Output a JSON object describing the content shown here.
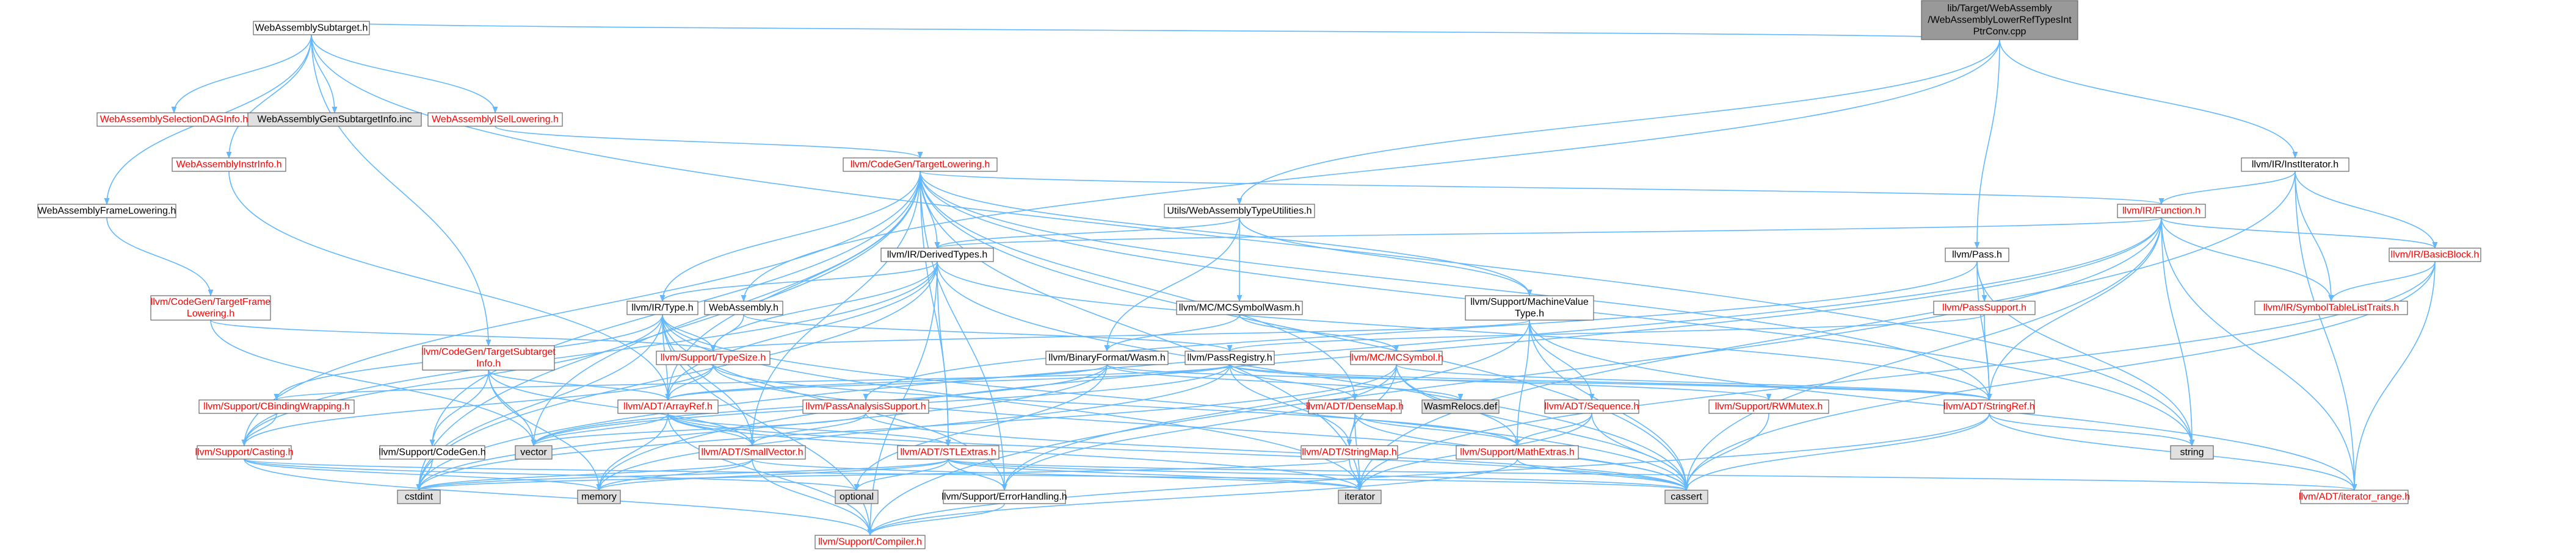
{
  "theme": {
    "edge_color": "#63b8ff",
    "node_border": "#666666",
    "node_fill": "#ffffff",
    "root_fill": "#999999",
    "external_fill": "#e0e0e0",
    "text_color": "#000000",
    "link_color": "#ff0000"
  },
  "nodes": {
    "root": {
      "lines": [
        "lib/Target/WebAssembly",
        "/WebAssemblyLowerRefTypesInt",
        "PtrConv.cpp"
      ],
      "kind": "root"
    },
    "wa_subtarget": {
      "lines": [
        "WebAssemblySubtarget.h"
      ],
      "kind": "plain"
    },
    "wa_seldag": {
      "lines": [
        "WebAssemblySelectionDAGInfo.h"
      ],
      "kind": "link"
    },
    "wa_gensub": {
      "lines": [
        "WebAssemblyGenSubtargetInfo.inc"
      ],
      "kind": "external"
    },
    "wa_isel": {
      "lines": [
        "WebAssemblyISelLowering.h"
      ],
      "kind": "link"
    },
    "wa_instrinfo": {
      "lines": [
        "WebAssemblyInstrInfo.h"
      ],
      "kind": "link"
    },
    "wa_framelow": {
      "lines": [
        "WebAssemblyFrameLowering.h"
      ],
      "kind": "plain"
    },
    "cg_tli": {
      "lines": [
        "llvm/CodeGen/TargetLowering.h"
      ],
      "kind": "link"
    },
    "ir_institer": {
      "lines": [
        "llvm/IR/InstIterator.h"
      ],
      "kind": "plain"
    },
    "ir_function": {
      "lines": [
        "llvm/IR/Function.h"
      ],
      "kind": "link"
    },
    "wa_typeutils": {
      "lines": [
        "Utils/WebAssemblyTypeUtilities.h"
      ],
      "kind": "plain"
    },
    "ir_derived": {
      "lines": [
        "llvm/IR/DerivedTypes.h"
      ],
      "kind": "plain"
    },
    "pass_h": {
      "lines": [
        "llvm/Pass.h"
      ],
      "kind": "plain"
    },
    "ir_bb": {
      "lines": [
        "llvm/IR/BasicBlock.h"
      ],
      "kind": "link"
    },
    "cg_tfl": {
      "lines": [
        "llvm/CodeGen/TargetFrame",
        "Lowering.h"
      ],
      "kind": "link"
    },
    "ir_type": {
      "lines": [
        "llvm/IR/Type.h"
      ],
      "kind": "plain"
    },
    "webassembly_h": {
      "lines": [
        "WebAssembly.h"
      ],
      "kind": "plain"
    },
    "mc_symwasm": {
      "lines": [
        "llvm/MC/MCSymbolWasm.h"
      ],
      "kind": "plain"
    },
    "svt": {
      "lines": [
        "llvm/Support/MachineValue",
        "Type.h"
      ],
      "kind": "plain"
    },
    "pass_support": {
      "lines": [
        "llvm/PassSupport.h"
      ],
      "kind": "link"
    },
    "ir_symtab": {
      "lines": [
        "llvm/IR/SymbolTableListTraits.h"
      ],
      "kind": "link"
    },
    "cg_tsi": {
      "lines": [
        "llvm/CodeGen/TargetSubtarget",
        "Info.h"
      ],
      "kind": "link"
    },
    "typesize": {
      "lines": [
        "llvm/Support/TypeSize.h"
      ],
      "kind": "link"
    },
    "bin_wasm": {
      "lines": [
        "llvm/BinaryFormat/Wasm.h"
      ],
      "kind": "plain"
    },
    "pass_registry": {
      "lines": [
        "llvm/PassRegistry.h"
      ],
      "kind": "plain"
    },
    "mc_symbol": {
      "lines": [
        "llvm/MC/MCSymbol.h"
      ],
      "kind": "link"
    },
    "cbw": {
      "lines": [
        "llvm/Support/CBindingWrapping.h"
      ],
      "kind": "link"
    },
    "arrayref": {
      "lines": [
        "llvm/ADT/ArrayRef.h"
      ],
      "kind": "link"
    },
    "pass_analysis": {
      "lines": [
        "llvm/PassAnalysisSupport.h"
      ],
      "kind": "link"
    },
    "densemap": {
      "lines": [
        "llvm/ADT/DenseMap.h"
      ],
      "kind": "link"
    },
    "wasmrelocs": {
      "lines": [
        "WasmRelocs.def"
      ],
      "kind": "external"
    },
    "adt_sequence": {
      "lines": [
        "llvm/ADT/Sequence.h"
      ],
      "kind": "link"
    },
    "rwmutex": {
      "lines": [
        "llvm/Support/RWMutex.h"
      ],
      "kind": "link"
    },
    "stringref": {
      "lines": [
        "llvm/ADT/StringRef.h"
      ],
      "kind": "link"
    },
    "casting": {
      "lines": [
        "llvm/Support/Casting.h"
      ],
      "kind": "link"
    },
    "codegen_h": {
      "lines": [
        "llvm/Support/CodeGen.h"
      ],
      "kind": "plain"
    },
    "vector": {
      "lines": [
        "vector"
      ],
      "kind": "external"
    },
    "smallvector": {
      "lines": [
        "llvm/ADT/SmallVector.h"
      ],
      "kind": "link"
    },
    "stlextras": {
      "lines": [
        "llvm/ADT/STLExtras.h"
      ],
      "kind": "link"
    },
    "stringmap": {
      "lines": [
        "llvm/ADT/StringMap.h"
      ],
      "kind": "link"
    },
    "mathextras": {
      "lines": [
        "llvm/Support/MathExtras.h"
      ],
      "kind": "link"
    },
    "string": {
      "lines": [
        "string"
      ],
      "kind": "external"
    },
    "cstdint": {
      "lines": [
        "cstdint"
      ],
      "kind": "external"
    },
    "memory": {
      "lines": [
        "memory"
      ],
      "kind": "external"
    },
    "optional": {
      "lines": [
        "optional"
      ],
      "kind": "external"
    },
    "iterator": {
      "lines": [
        "iterator"
      ],
      "kind": "external"
    },
    "errorhandling": {
      "lines": [
        "llvm/Support/ErrorHandling.h"
      ],
      "kind": "plain"
    },
    "cassert": {
      "lines": [
        "cassert"
      ],
      "kind": "external"
    },
    "iter_range": {
      "lines": [
        "llvm/ADT/iterator_range.h"
      ],
      "kind": "link"
    },
    "compiler": {
      "lines": [
        "llvm/Support/Compiler.h"
      ],
      "kind": "link"
    }
  },
  "edges": [
    [
      "root",
      "wa_subtarget"
    ],
    [
      "root",
      "webassembly_h"
    ],
    [
      "root",
      "wa_typeutils"
    ],
    [
      "root",
      "pass_h"
    ],
    [
      "root",
      "ir_institer"
    ],
    [
      "wa_subtarget",
      "wa_framelow"
    ],
    [
      "wa_subtarget",
      "wa_instrinfo"
    ],
    [
      "wa_subtarget",
      "wa_seldag"
    ],
    [
      "wa_subtarget",
      "wa_gensub"
    ],
    [
      "wa_subtarget",
      "wa_isel"
    ],
    [
      "wa_subtarget",
      "cg_tsi"
    ],
    [
      "wa_subtarget",
      "string"
    ],
    [
      "wa_framelow",
      "cg_tfl"
    ],
    [
      "cg_tfl",
      "typesize"
    ],
    [
      "cg_tfl",
      "vector"
    ],
    [
      "wa_instrinfo",
      "arrayref"
    ],
    [
      "wa_isel",
      "cg_tli"
    ],
    [
      "cg_tli",
      "ir_function"
    ],
    [
      "cg_tli",
      "ir_derived"
    ],
    [
      "cg_tli",
      "ir_type"
    ],
    [
      "cg_tli",
      "svt"
    ],
    [
      "cg_tli",
      "densemap"
    ],
    [
      "cg_tli",
      "stringref"
    ],
    [
      "cg_tli",
      "arrayref"
    ],
    [
      "cg_tli",
      "smallvector"
    ],
    [
      "cg_tli",
      "stlextras"
    ],
    [
      "cg_tli",
      "casting"
    ],
    [
      "cg_tli",
      "codegen_h"
    ],
    [
      "cg_tli",
      "cstdint"
    ],
    [
      "cg_tli",
      "iterator"
    ],
    [
      "cg_tli",
      "string"
    ],
    [
      "cg_tli",
      "vector"
    ],
    [
      "cg_tli",
      "errorhandling"
    ],
    [
      "cg_tli",
      "cassert"
    ],
    [
      "ir_institer",
      "ir_bb"
    ],
    [
      "ir_institer",
      "ir_function"
    ],
    [
      "ir_institer",
      "ir_symtab"
    ],
    [
      "ir_institer",
      "iter_range"
    ],
    [
      "ir_institer",
      "iterator"
    ],
    [
      "ir_function",
      "ir_bb"
    ],
    [
      "ir_function",
      "ir_derived"
    ],
    [
      "ir_function",
      "ir_symtab"
    ],
    [
      "ir_function",
      "stringref"
    ],
    [
      "ir_function",
      "string"
    ],
    [
      "ir_function",
      "iter_range"
    ],
    [
      "ir_function",
      "compiler"
    ],
    [
      "ir_function",
      "cassert"
    ],
    [
      "ir_function",
      "cstdint"
    ],
    [
      "ir_function",
      "memory"
    ],
    [
      "ir_bb",
      "ir_symtab"
    ],
    [
      "ir_bb",
      "iter_range"
    ],
    [
      "ir_bb",
      "iterator"
    ],
    [
      "ir_bb",
      "cassert"
    ],
    [
      "wa_typeutils",
      "mc_symwasm"
    ],
    [
      "wa_typeutils",
      "svt"
    ],
    [
      "wa_typeutils",
      "ir_derived"
    ],
    [
      "wa_typeutils",
      "bin_wasm"
    ],
    [
      "ir_derived",
      "ir_type"
    ],
    [
      "ir_derived",
      "arrayref"
    ],
    [
      "ir_derived",
      "stlextras"
    ],
    [
      "ir_derived",
      "stringref"
    ],
    [
      "ir_derived",
      "typesize"
    ],
    [
      "ir_derived",
      "casting"
    ],
    [
      "ir_derived",
      "compiler"
    ],
    [
      "ir_derived",
      "cassert"
    ],
    [
      "ir_derived",
      "cstdint"
    ],
    [
      "ir_type",
      "typesize"
    ],
    [
      "ir_type",
      "arrayref"
    ],
    [
      "ir_type",
      "smallvector"
    ],
    [
      "ir_type",
      "cbw"
    ],
    [
      "ir_type",
      "casting"
    ],
    [
      "ir_type",
      "compiler"
    ],
    [
      "ir_type",
      "errorhandling"
    ],
    [
      "ir_type",
      "cassert"
    ],
    [
      "ir_type",
      "cstdint"
    ],
    [
      "ir_type",
      "iterator"
    ],
    [
      "webassembly_h",
      "pass_registry"
    ],
    [
      "webassembly_h",
      "typesize"
    ],
    [
      "mc_symwasm",
      "bin_wasm"
    ],
    [
      "mc_symwasm",
      "mc_symbol"
    ],
    [
      "bin_wasm",
      "arrayref"
    ],
    [
      "bin_wasm",
      "stringref"
    ],
    [
      "bin_wasm",
      "wasmrelocs"
    ],
    [
      "bin_wasm",
      "cstdint"
    ],
    [
      "bin_wasm",
      "optional"
    ],
    [
      "bin_wasm",
      "vector"
    ],
    [
      "mc_symbol",
      "stringmap"
    ],
    [
      "mc_symbol",
      "mathextras"
    ],
    [
      "mc_symbol",
      "errorhandling"
    ],
    [
      "mc_symbol",
      "stringref"
    ],
    [
      "mc_symbol",
      "cstdint"
    ],
    [
      "mc_symbol",
      "cassert"
    ],
    [
      "svt",
      "adt_sequence"
    ],
    [
      "svt",
      "mathextras"
    ],
    [
      "svt",
      "typesize"
    ],
    [
      "svt",
      "iter_range"
    ],
    [
      "svt",
      "cassert"
    ],
    [
      "svt",
      "errorhandling"
    ],
    [
      "pass_h",
      "pass_support"
    ],
    [
      "pass_h",
      "pass_analysis"
    ],
    [
      "pass_h",
      "stringref"
    ],
    [
      "pass_h",
      "string"
    ],
    [
      "pass_support",
      "pass_registry"
    ],
    [
      "pass_support",
      "stringref"
    ],
    [
      "pass_registry",
      "arrayref"
    ],
    [
      "pass_registry",
      "densemap"
    ],
    [
      "pass_registry",
      "rwmutex"
    ],
    [
      "pass_registry",
      "stringmap"
    ],
    [
      "pass_registry",
      "stringref"
    ],
    [
      "pass_registry",
      "cbw"
    ],
    [
      "pass_registry",
      "memory"
    ],
    [
      "pass_registry",
      "vector"
    ],
    [
      "cg_tsi",
      "arrayref"
    ],
    [
      "cg_tsi",
      "smallvector"
    ],
    [
      "cg_tsi",
      "codegen_h"
    ],
    [
      "cg_tsi",
      "memory"
    ],
    [
      "cg_tsi",
      "vector"
    ],
    [
      "cbw",
      "casting"
    ],
    [
      "typesize",
      "arrayref"
    ],
    [
      "typesize",
      "mathextras"
    ],
    [
      "typesize",
      "casting"
    ],
    [
      "typesize",
      "cassert"
    ],
    [
      "arrayref",
      "smallvector"
    ],
    [
      "arrayref",
      "stlextras"
    ],
    [
      "arrayref",
      "compiler"
    ],
    [
      "arrayref",
      "cassert"
    ],
    [
      "arrayref",
      "iterator"
    ],
    [
      "arrayref",
      "memory"
    ],
    [
      "arrayref",
      "vector"
    ],
    [
      "pass_analysis",
      "smallvector"
    ],
    [
      "pass_analysis",
      "cassert"
    ],
    [
      "pass_analysis",
      "vector"
    ],
    [
      "densemap",
      "mathextras"
    ],
    [
      "densemap",
      "iterator"
    ],
    [
      "densemap",
      "cassert"
    ],
    [
      "densemap",
      "stringmap"
    ],
    [
      "adt_sequence",
      "mathextras"
    ],
    [
      "adt_sequence",
      "cassert"
    ],
    [
      "adt_sequence",
      "iterator"
    ],
    [
      "rwmutex",
      "cassert"
    ],
    [
      "stringref",
      "iter_range"
    ],
    [
      "stringref",
      "compiler"
    ],
    [
      "stringref",
      "cassert"
    ],
    [
      "stringref",
      "string"
    ],
    [
      "casting",
      "compiler"
    ],
    [
      "casting",
      "cassert"
    ],
    [
      "casting",
      "memory"
    ],
    [
      "casting",
      "optional"
    ],
    [
      "codegen_h",
      "cstdint"
    ],
    [
      "smallvector",
      "compiler"
    ],
    [
      "smallvector",
      "cstdint"
    ],
    [
      "smallvector",
      "memory"
    ],
    [
      "smallvector",
      "iterator"
    ],
    [
      "stlextras",
      "iter_range"
    ],
    [
      "stlextras",
      "errorhandling"
    ],
    [
      "stlextras",
      "optional"
    ],
    [
      "stlextras",
      "cassert"
    ],
    [
      "stlextras",
      "iterator"
    ],
    [
      "stlextras",
      "cstdint"
    ],
    [
      "stlextras",
      "memory"
    ],
    [
      "stringmap",
      "iterator"
    ],
    [
      "stringmap",
      "cstdint"
    ],
    [
      "mathextras",
      "compiler"
    ],
    [
      "mathextras",
      "cassert"
    ],
    [
      "errorhandling",
      "compiler"
    ]
  ]
}
